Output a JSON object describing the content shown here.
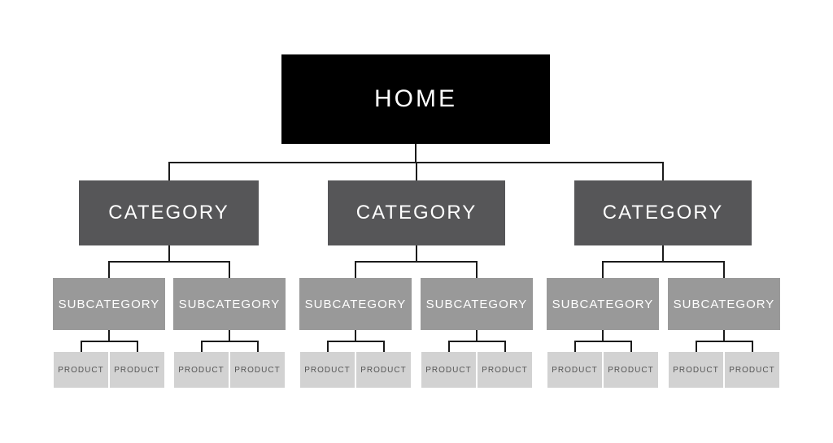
{
  "diagram": {
    "type": "sitemap-hierarchy",
    "home": {
      "label": "HOME"
    },
    "categories": [
      {
        "label": "CATEGORY",
        "subcategories": [
          {
            "label": "SUBCATEGORY",
            "products": [
              {
                "label": "PRODUCT"
              },
              {
                "label": "PRODUCT"
              }
            ]
          },
          {
            "label": "SUBCATEGORY",
            "products": [
              {
                "label": "PRODUCT"
              },
              {
                "label": "PRODUCT"
              }
            ]
          }
        ]
      },
      {
        "label": "CATEGORY",
        "subcategories": [
          {
            "label": "SUBCATEGORY",
            "products": [
              {
                "label": "PRODUCT"
              },
              {
                "label": "PRODUCT"
              }
            ]
          },
          {
            "label": "SUBCATEGORY",
            "products": [
              {
                "label": "PRODUCT"
              },
              {
                "label": "PRODUCT"
              }
            ]
          }
        ]
      },
      {
        "label": "CATEGORY",
        "subcategories": [
          {
            "label": "SUBCATEGORY",
            "products": [
              {
                "label": "PRODUCT"
              },
              {
                "label": "PRODUCT"
              }
            ]
          },
          {
            "label": "SUBCATEGORY",
            "products": [
              {
                "label": "PRODUCT"
              },
              {
                "label": "PRODUCT"
              }
            ]
          }
        ]
      }
    ],
    "colors": {
      "background": "#ffffff",
      "home_bg": "#000000",
      "home_text": "#ffffff",
      "category_bg": "#565658",
      "category_text": "#ffffff",
      "subcategory_bg": "#999999",
      "subcategory_text": "#ffffff",
      "product_bg": "#d2d2d2",
      "product_text": "#555555",
      "connector": "#1b1b1b"
    }
  }
}
